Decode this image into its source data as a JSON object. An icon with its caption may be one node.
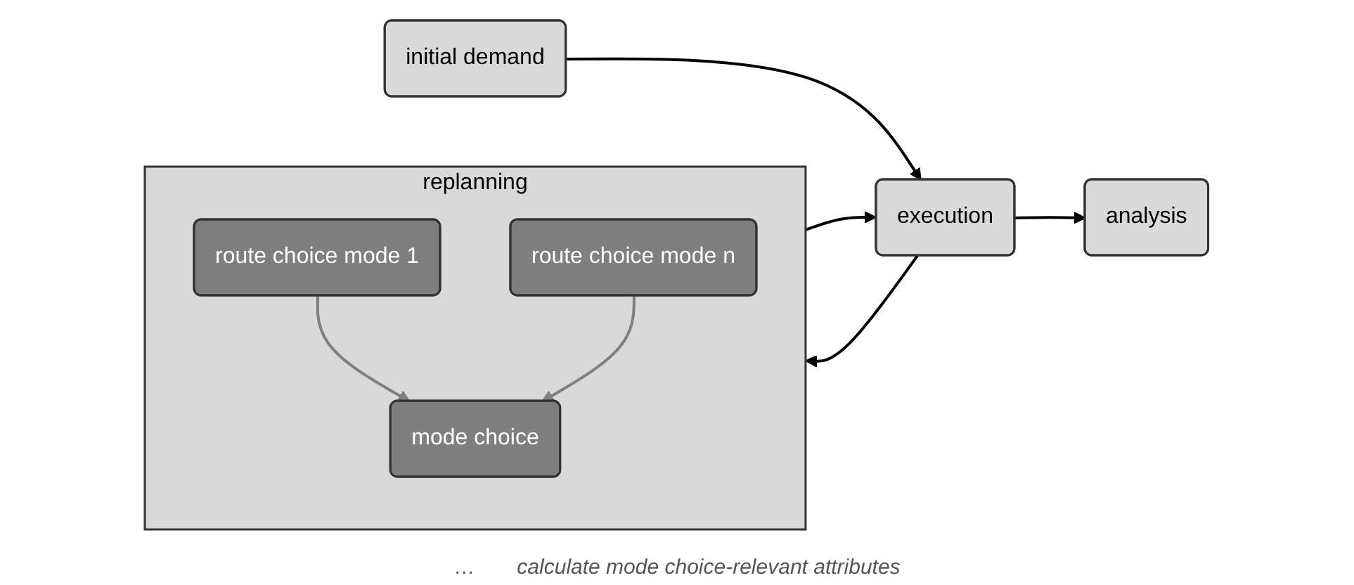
{
  "diagram": {
    "nodes": [
      {
        "text": [
          "initial demand"
        ]
      },
      {
        "text": [
          "execution"
        ]
      },
      {
        "text": [
          "analysis"
        ]
      },
      {
        "text": [
          "replanning"
        ]
      },
      {
        "text": [
          "route choice mode 1"
        ],
        "in": 3
      },
      {
        "text": [
          "route choice mode n"
        ],
        "in": 3
      },
      {
        "text": [
          "mode choice"
        ],
        "in": 3
      }
    ],
    "edges": [
      {
        "from": 0,
        "to": 1,
        "arrow": "to"
      },
      {
        "from": 3,
        "to": 1,
        "arrow": "to"
      },
      {
        "from": 1,
        "to": 2,
        "arrow": "to"
      },
      {
        "from": 1,
        "to": 3,
        "arrow": "to"
      },
      {
        "from": 4,
        "to": 6,
        "arrow": "to",
        "color": "#7f7f7f"
      },
      {
        "from": 5,
        "to": 6,
        "arrow": "to",
        "color": "#7f7f7f"
      }
    ],
    "labels": [
      "…",
      "calculate mode choice-relevant attributes"
    ]
  }
}
